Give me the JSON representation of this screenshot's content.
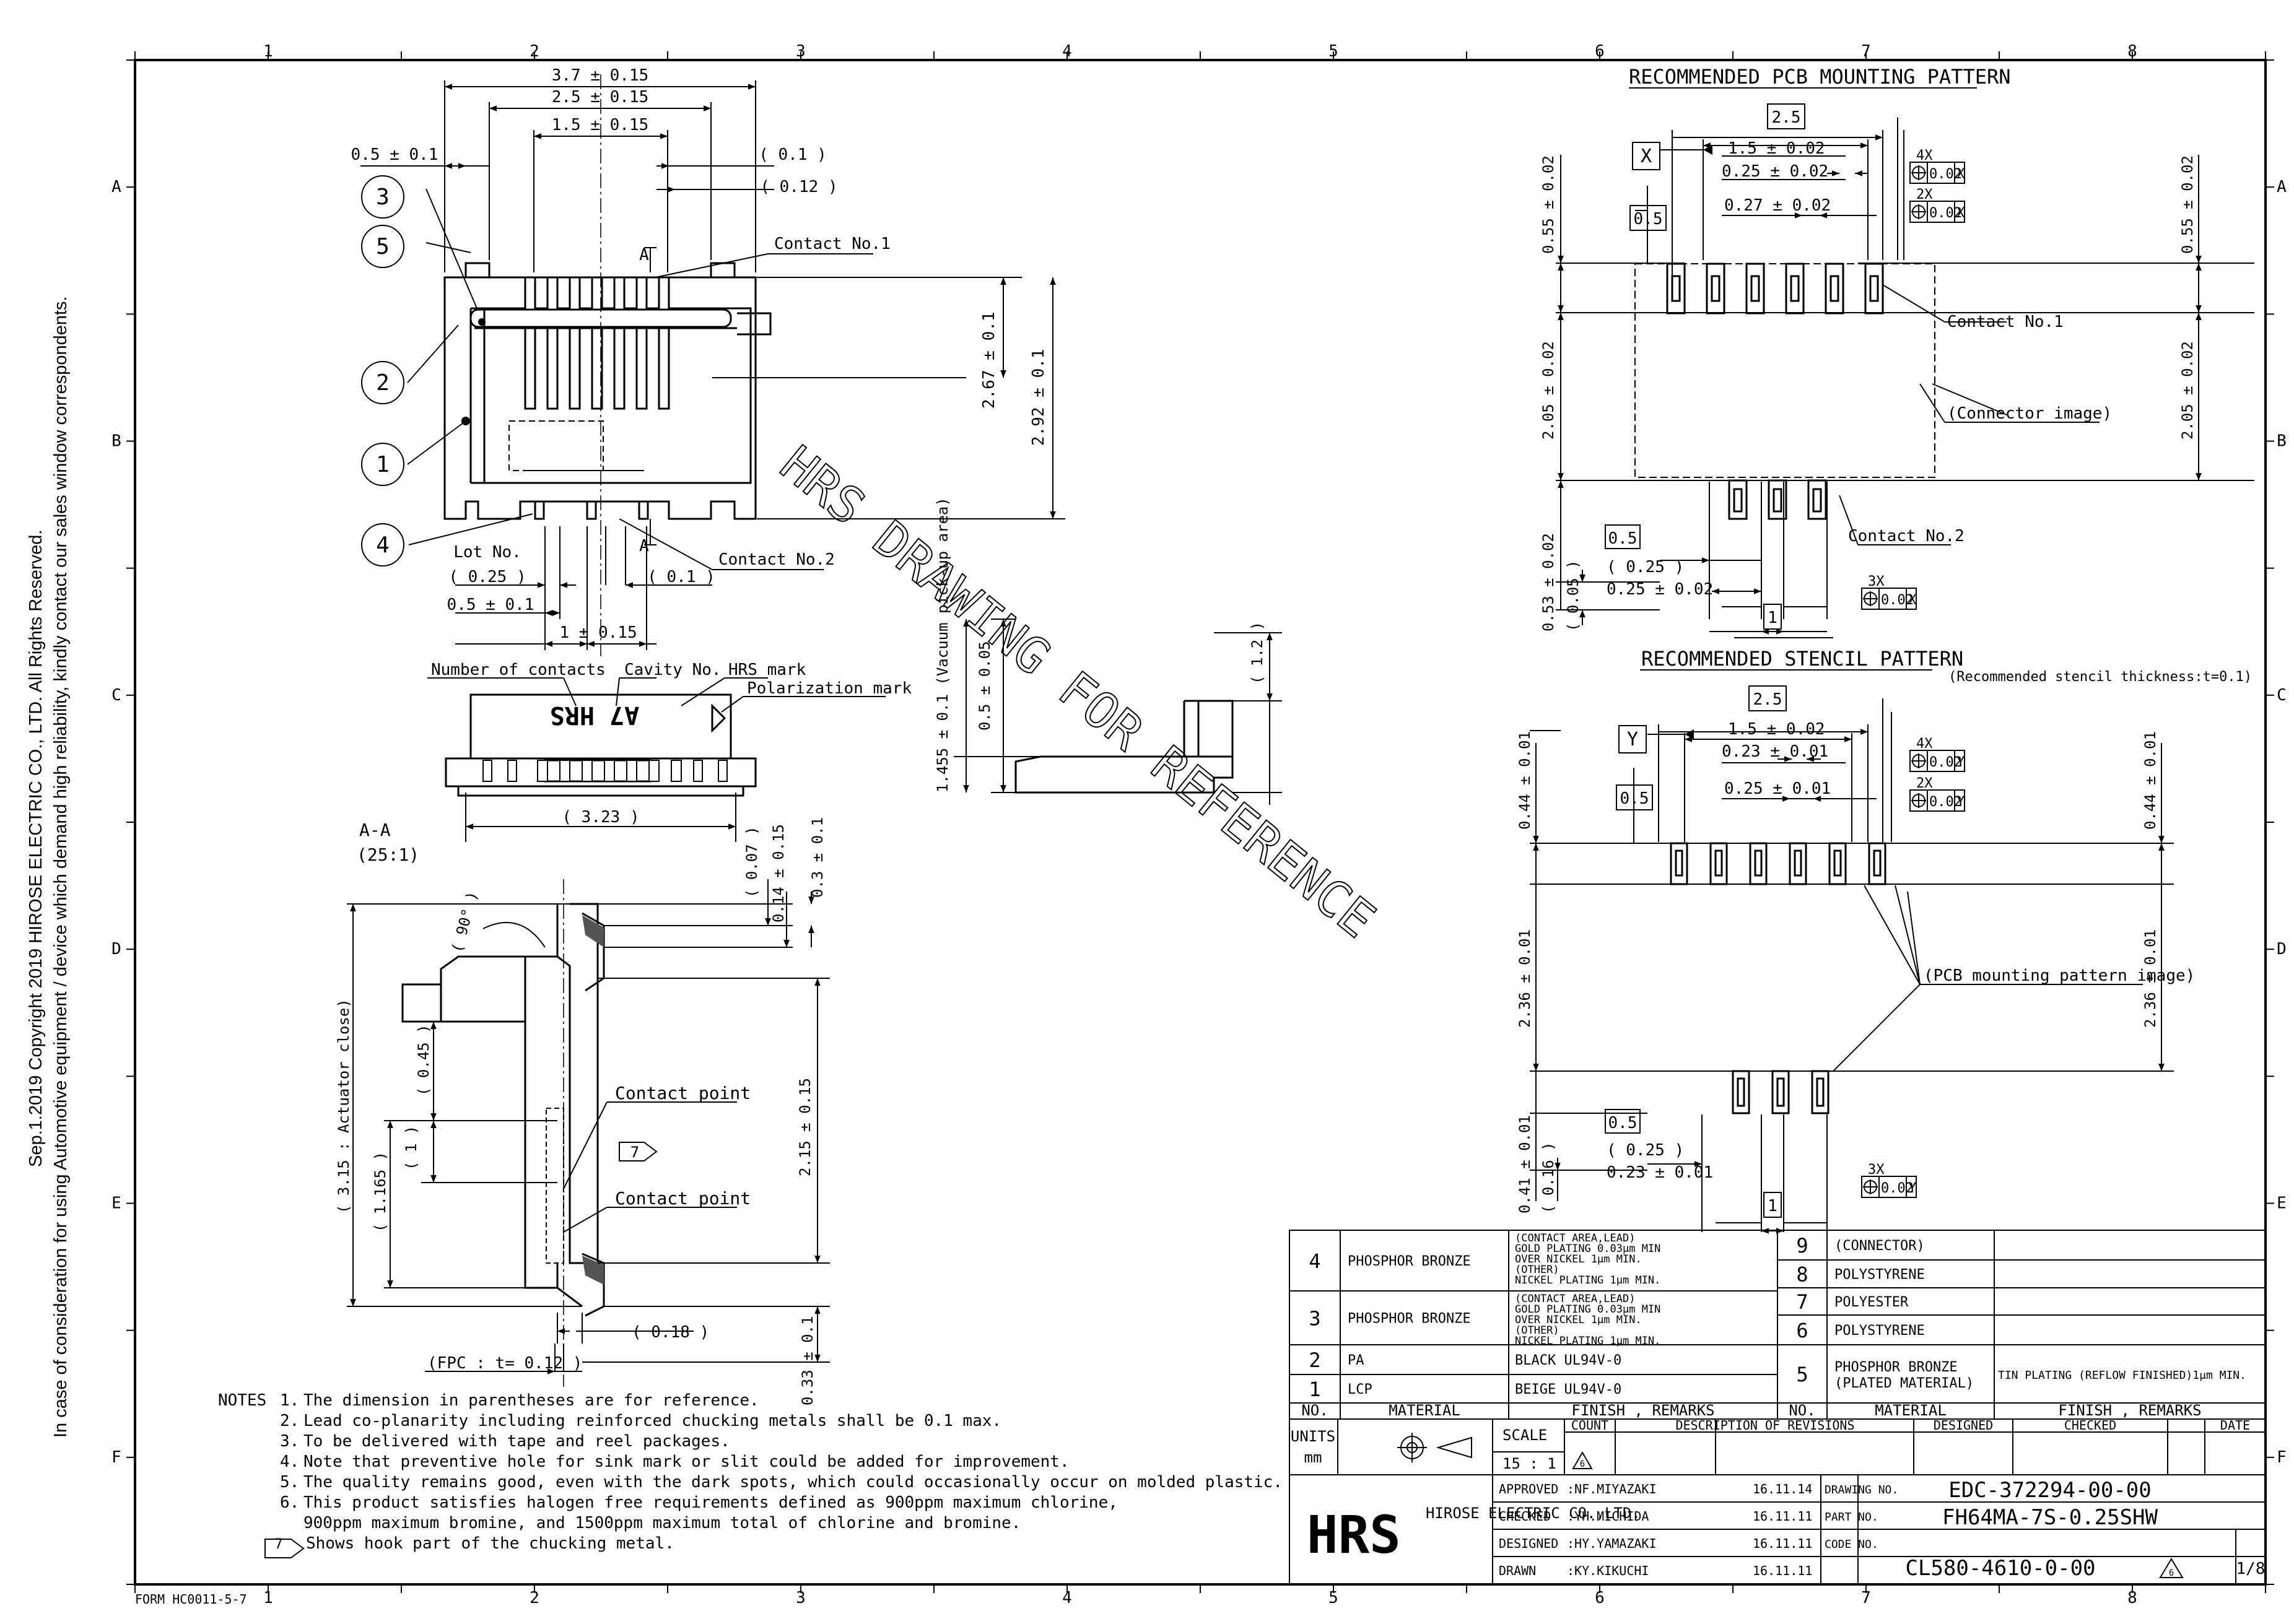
{
  "sheet": {
    "copyright_line1": "Sep.1.2019 Copyright 2019 HIROSE ELECTRIC CO., LTD. All Rights Reserved.",
    "copyright_line2": "In case of consideration for using Automotive equipment / device which demand high reliability, kindly contact our sales window correspondents.",
    "form": "FORM HC0011-5-7",
    "watermark": "HRS DRAWING FOR REFERENCE",
    "cols": [
      "1",
      "2",
      "3",
      "4",
      "5",
      "6",
      "7",
      "8"
    ],
    "rows": [
      "A",
      "B",
      "C",
      "D",
      "E",
      "F"
    ]
  },
  "front_view": {
    "dim_37": "3.7 ± 0.15",
    "dim_25": "2.5 ± 0.15",
    "dim_15": "1.5 ± 0.15",
    "dim_05": "0.5 ± 0.1",
    "dim_01p": "( 0.1 )",
    "dim_012p": "( 0.12 )",
    "contact1": "Contact No.1",
    "section_a": "A",
    "dim_267": "2.67 ± 0.1",
    "dim_292": "2.92 ± 0.1",
    "lot": "Lot No.",
    "contact2": "Contact No.2",
    "dim_025p": "( 0.25 )",
    "dim_05b": "0.5 ± 0.1",
    "dim_01b": "( 0.1 )",
    "dim_1": "1 ± 0.15",
    "balloons": [
      "3",
      "5",
      "2",
      "1",
      "4"
    ]
  },
  "top_view": {
    "num_contacts": "Number of contacts",
    "cavity": "Cavity No.",
    "hrs_mark": "HRS mark",
    "polarization": "Polarization mark",
    "marking": "A7 HRS",
    "dim_323": "( 3.23 )"
  },
  "side_view": {
    "dim_1455": "1.455 ± 0.1 (Vacuum pick-up area)",
    "dim_05": "0.5 ± 0.05",
    "dim_12": "( 1.2 )"
  },
  "section": {
    "title": "A-A",
    "scale": "(25:1)",
    "angle": "( 90° )",
    "dim_315": "( 3.15 : Actuator close)",
    "dim_1165": "( 1.165 )",
    "dim_045": "( 0.45 )",
    "dim_1": "( 1 )",
    "dim_007": "( 0.07 )",
    "dim_014": "0.14 ± 0.15",
    "dim_03": "0.3 ± 0.1",
    "dim_215": "2.15 ± 0.15",
    "contact_point": "Contact point",
    "hook_flag": "7",
    "dim_018": "( 0.18 )",
    "fpc": "(FPC : t= 0.12 )",
    "dim_033": "0.33 ± 0.1"
  },
  "pcb": {
    "title": "RECOMMENDED PCB MOUNTING PATTERN",
    "datum": "X",
    "dim_25": "2.5",
    "dim_15": "1.5 ± 0.02",
    "dim_025": "0.25 ± 0.02",
    "dim_027": "0.27 ± 0.02",
    "dim_05": "0.5",
    "tol_4x": "4X",
    "tol_2x": "2X",
    "tol_val": "0.02",
    "dim_055": "0.55 ± 0.02",
    "dim_055r": "0.55 ± 0.02",
    "dim_205": "2.05 ± 0.02",
    "dim_205r": "2.05 ± 0.02",
    "dim_053": "0.53 ± 0.02",
    "dim_005": "( 0.05 )",
    "contact1": "Contact No.1",
    "connector_image": "(Connector image)",
    "contact2": "Contact No.2",
    "dim_05b": "0.5",
    "dim_025p": "( 0.25 )",
    "dim_025b": "0.25 ± 0.02",
    "dim_1": "1",
    "tol_3x": "3X"
  },
  "stencil": {
    "title": "RECOMMENDED STENCIL PATTERN",
    "note": "(Recommended stencil thickness:t=0.1)",
    "datum": "Y",
    "dim_25": "2.5",
    "dim_15": "1.5 ± 0.02",
    "dim_023": "0.23 ± 0.01",
    "dim_025": "0.25 ± 0.01",
    "dim_05": "0.5",
    "tol_4x": "4X",
    "tol_2x": "2X",
    "tol_val": "0.02",
    "dim_044": "0.44 ± 0.01",
    "dim_044r": "0.44 ± 0.01",
    "dim_236": "2.36 ± 0.01",
    "dim_236r": "2.36 ± 0.01",
    "dim_041": "0.41 ± 0.01",
    "dim_016": "( 0.16 )",
    "pcb_image": "(PCB mounting pattern image)",
    "dim_05b": "0.5",
    "dim_025p": "( 0.25 )",
    "dim_023b": "0.23 ± 0.01",
    "dim_1": "1",
    "tol_3x": "3X"
  },
  "notes": {
    "header": "NOTES",
    "items": [
      {
        "n": "1.",
        "t": "The dimension in parentheses are for reference."
      },
      {
        "n": "2.",
        "t": "Lead co-planarity including reinforced chucking metals shall be 0.1 max."
      },
      {
        "n": "3.",
        "t": "To be delivered with tape and reel packages."
      },
      {
        "n": "4.",
        "t": "Note that preventive hole for sink mark or slit could be added for improvement."
      },
      {
        "n": "5.",
        "t": "The quality remains good, even with the dark spots, which could occasionally occur on molded plastic."
      },
      {
        "n": "6.",
        "t": "This product satisfies halogen free requirements defined as 900ppm maximum chlorine,"
      },
      {
        "n": "",
        "t": "900ppm maximum bromine, and 1500ppm maximum total of chlorine and bromine."
      },
      {
        "n": "7",
        "t": "Shows hook part of the chucking metal."
      }
    ]
  },
  "bom": {
    "left": [
      {
        "no": "4",
        "material": "PHOSPHOR BRONZE",
        "finish": [
          "(CONTACT AREA,LEAD)",
          "GOLD PLATING 0.03μm MIN",
          "OVER NICKEL 1μm MIN.",
          "(OTHER)",
          "NICKEL PLATING 1μm MIN."
        ]
      },
      {
        "no": "3",
        "material": "PHOSPHOR BRONZE",
        "finish": [
          "(CONTACT AREA,LEAD)",
          "GOLD PLATING 0.03μm MIN",
          "OVER NICKEL 1μm MIN.",
          "(OTHER)",
          "NICKEL PLATING 1μm MIN."
        ]
      },
      {
        "no": "2",
        "material": "PA",
        "finish": [
          "BLACK  UL94V-0"
        ]
      },
      {
        "no": "1",
        "material": "LCP",
        "finish": [
          "BEIGE  UL94V-0"
        ]
      }
    ],
    "right": [
      {
        "no": "9",
        "material": "(CONNECTOR)",
        "finish": ""
      },
      {
        "no": "8",
        "material": "POLYSTYRENE",
        "finish": ""
      },
      {
        "no": "7",
        "material": "POLYESTER",
        "finish": ""
      },
      {
        "no": "6",
        "material": "POLYSTYRENE",
        "finish": ""
      },
      {
        "no": "5",
        "material": "PHOSPHOR BRONZE (PLATED MATERIAL)",
        "finish": "TIN PLATING (REFLOW FINISHED)1μm MIN."
      }
    ],
    "header_no": "NO.",
    "header_material": "MATERIAL",
    "header_finish": "FINISH , REMARKS"
  },
  "title_block": {
    "units_label": "UNITS",
    "units": "mm",
    "scale_label": "SCALE",
    "scale": "15 : 1",
    "rev_mark": "6",
    "count": "COUNT",
    "description": "DESCRIPTION OF REVISIONS",
    "designed": "DESIGNED",
    "checked": "CHECKED",
    "date": "DATE",
    "company_logo": "HRS",
    "company_name": "HIROSE ELECTRIC CO.,LTD.",
    "approved": "APPROVED",
    "approved_name": ":NF.MIYAZAKI",
    "approved_date": "16.11.14",
    "checked2": "CHECKED",
    "checked_name": ":YH.MICHIDA",
    "checked_date": "16.11.11",
    "designed2": "DESIGNED",
    "designed_name": ":HY.YAMAZAKI",
    "designed_date": "16.11.11",
    "drawn": "DRAWN",
    "drawn_name": ":KY.KIKUCHI",
    "drawn_date": "16.11.11",
    "drawing_no_label": "DRAWING NO.",
    "drawing_no": "EDC-372294-00-00",
    "part_no_label": "PART NO.",
    "part_no": "FH64MA-7S-0.25SHW",
    "code_no_label": "CODE NO.",
    "code_no": "CL580-4610-0-00",
    "sheet_rev": "6",
    "sheet": "1/8"
  }
}
